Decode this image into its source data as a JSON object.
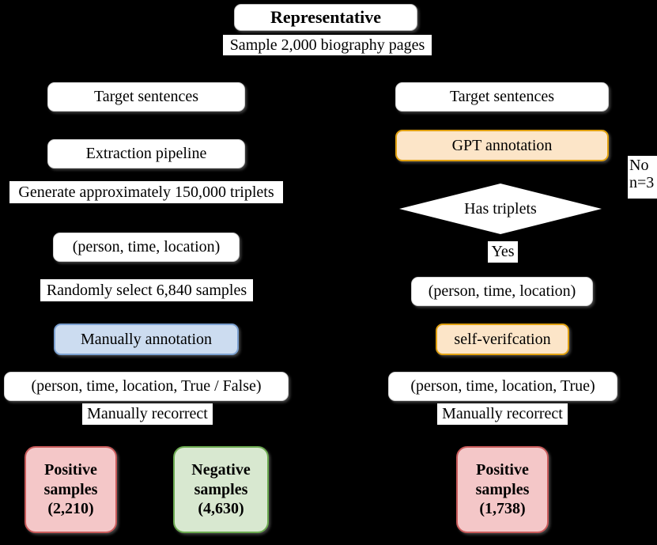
{
  "diagram": {
    "title_box": "Representative",
    "background_color": "#000000",
    "left_branch": {
      "label_top": "Sample 2,000 biography pages",
      "target_sentences": "Target sentences",
      "extraction_pipeline": "Extraction pipeline",
      "label_generate": "Generate approximately 150,000 triplets",
      "triplet": "(person, time, location)",
      "label_random": "Randomly select 6,840 samples",
      "manual_annotation": "Manually annotation",
      "triplet_labeled": "(person, time, location, True / False)",
      "label_recorrect": "Manually recorrect",
      "positive": {
        "line1": "Positive",
        "line2": "samples",
        "line3": "(2,210)"
      },
      "negative": {
        "line1": "Negative",
        "line2": "samples",
        "line3": "(4,630)"
      }
    },
    "right_branch": {
      "target_sentences": "Target sentences",
      "gpt_annotation": "GPT annotation",
      "decision": "Has triplets",
      "yes_label": "Yes",
      "no_label_line1": "No",
      "no_label_line2": "n=3",
      "triplet": "(person, time, location)",
      "self_verification": "self-verifcation",
      "triplet_true": "(person, time, location, True)",
      "label_recorrect": "Manually recorrect",
      "positive": {
        "line1": "Positive",
        "line2": "samples",
        "line3": "(1,738)"
      }
    },
    "colors": {
      "blue_fill": "#ccdcf0",
      "blue_border": "#7ba0d0",
      "orange_fill": "#fce5c8",
      "orange_border": "#e0a010",
      "pink_fill": "#f4c7c8",
      "pink_border": "#c75a5a",
      "green_fill": "#d8e8d0",
      "green_border": "#6aa84f",
      "node_fill": "#ffffff",
      "background": "#000000"
    }
  }
}
